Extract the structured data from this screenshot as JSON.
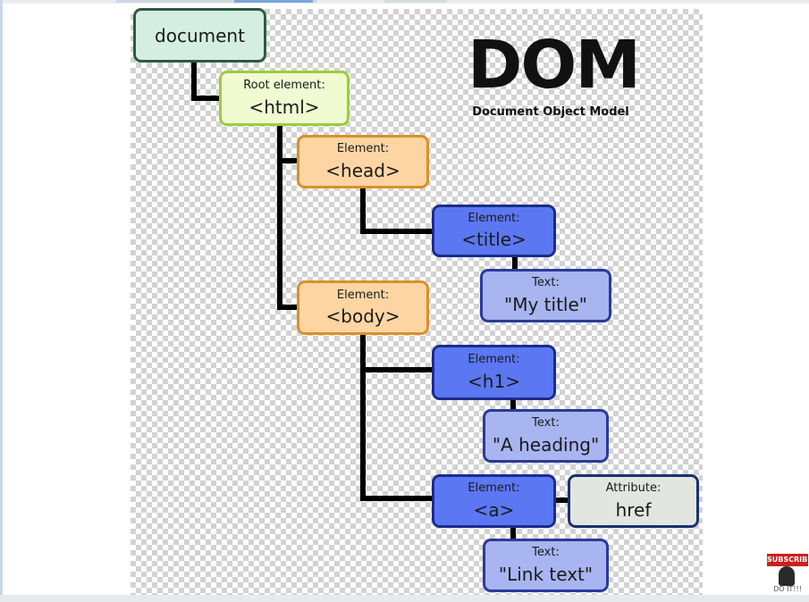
{
  "title": {
    "main": "DOM",
    "subtitle": "Document Object Model"
  },
  "nodes": {
    "document": {
      "tag": "document"
    },
    "html": {
      "label": "Root element:",
      "tag": "<html>"
    },
    "head": {
      "label": "Element:",
      "tag": "<head>"
    },
    "title": {
      "label": "Element:",
      "tag": "<title>"
    },
    "title_text": {
      "label": "Text:",
      "tag": "\"My title\""
    },
    "body": {
      "label": "Element:",
      "tag": "<body>"
    },
    "h1": {
      "label": "Element:",
      "tag": "<h1>"
    },
    "h1_text": {
      "label": "Text:",
      "tag": "\"A heading\""
    },
    "a": {
      "label": "Element:",
      "tag": "<a>"
    },
    "href": {
      "label": "Attribute:",
      "tag": "href"
    },
    "a_text": {
      "label": "Text:",
      "tag": "\"Link text\""
    }
  },
  "overlay": {
    "subscribe": "SUBSCRIBE",
    "watermark": "DO IT!!!"
  },
  "colors": {
    "document": "#d4efe2",
    "root_element": "#f0fbd2",
    "element_orange": "#fdd5a3",
    "element_blue": "#5b78f2",
    "text_node": "#a8b5f1",
    "attribute": "#e2e5e0"
  }
}
